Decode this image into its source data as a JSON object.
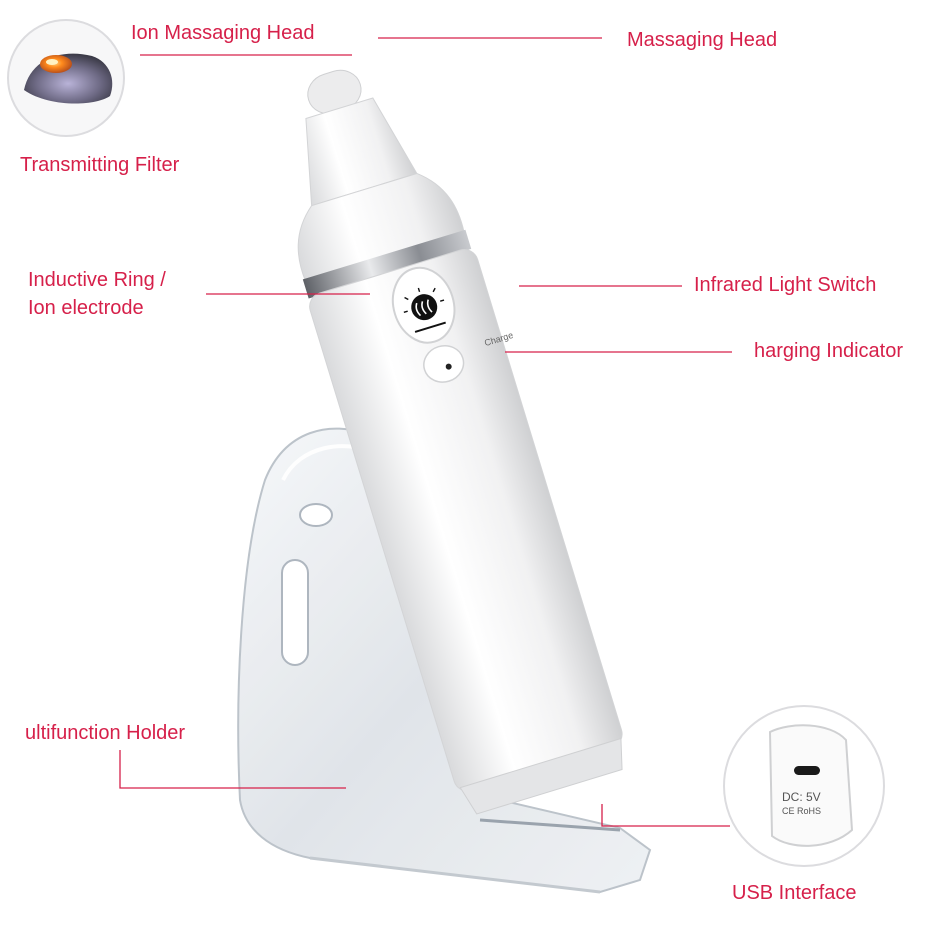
{
  "colors": {
    "label": "#d6204a",
    "leader_line": "#d6204a",
    "device_body": "#f4f4f5",
    "chrome_ring": "#8a8d93",
    "acrylic_holder": "#e3e7ec",
    "filter_glow": "#ff8a1c"
  },
  "icons": {
    "switch": "infrared-heat-icon",
    "usb": "usb-c-port-icon"
  },
  "labels": {
    "ion_massaging_head": "Ion Massaging Head",
    "massaging_head": "Massaging Head",
    "transmitting_filter": "Transmitting Filter",
    "inductive_ring_line1": "Inductive Ring /",
    "inductive_ring_line2": "Ion electrode",
    "infrared_light_switch": "Infrared Light Switch",
    "charging_indicator": "harging Indicator",
    "multifunction_holder": "ultifunction Holder",
    "usb_interface": "USB Interface"
  },
  "device_text": {
    "charge": "Charge",
    "dc": "DC: 5V",
    "marks": "CE RoHS"
  }
}
